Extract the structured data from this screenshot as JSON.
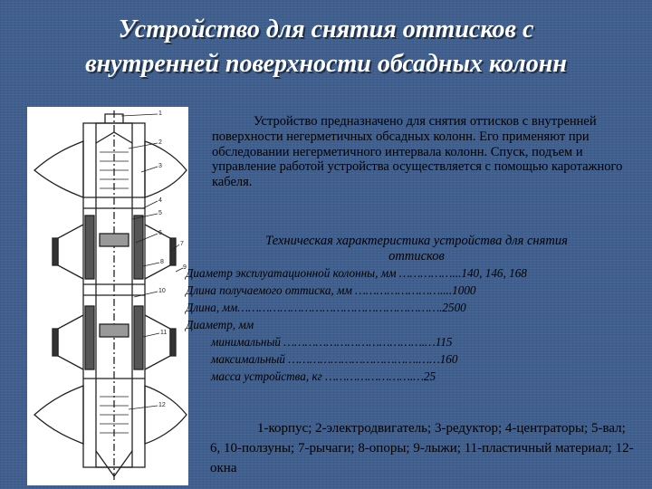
{
  "title": {
    "line1": "Устройство для снятия оттисков с",
    "line2": "внутренней поверхности обсадных колонн"
  },
  "description": "Устройство предназначено для снятия оттисков с внутренней поверхности негерметичных обсадных колонн. Его применяют при обследовании негерметичного интервала колонн. Спуск, подъем и управление работой устройства осуществляется с помощью каротажного кабеля.",
  "specs": {
    "heading_line1": "Техническая характеристика устройства для снятия",
    "heading_line2": "оттисков",
    "rows": [
      "Диаметр эксплуатационной колонны, мм ……………...140, 146, 168",
      "Длина получаемого оттиска, мм  ……………………....1000",
      "Длина, мм………………………………………………….2500",
      "Диаметр, мм",
      "минимальный      ………………………………….…115",
      "максимальный   ……………………………….……160",
      "масса устройства, кг          …………………….…25"
    ]
  },
  "legend": "1-корпус; 2-электродвигатель; 3-редуктор; 4-центраторы; 5-вал; 6, 10-ползуны; 7-рычаги; 8-опоры; 9-лыжи; 11-пластичный материал; 12-окна",
  "figure_labels": [
    "1",
    "2",
    "3",
    "4",
    "5",
    "6",
    "7",
    "8",
    "9",
    "10",
    "11",
    "12"
  ]
}
